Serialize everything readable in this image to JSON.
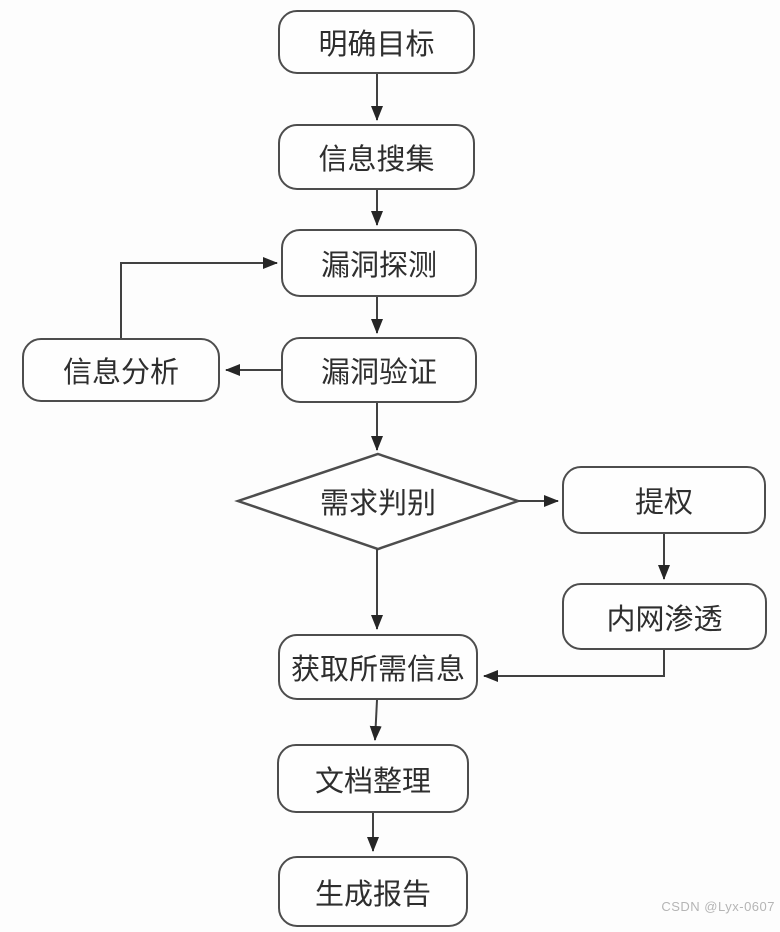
{
  "diagram": {
    "kind": "flowchart",
    "language": "zh-CN",
    "nodes": [
      {
        "id": "clarify-goal",
        "label": "明确目标",
        "shape": "rounded-rect"
      },
      {
        "id": "info-gathering",
        "label": "信息搜集",
        "shape": "rounded-rect"
      },
      {
        "id": "vuln-detection",
        "label": "漏洞探测",
        "shape": "rounded-rect"
      },
      {
        "id": "vuln-verification",
        "label": "漏洞验证",
        "shape": "rounded-rect"
      },
      {
        "id": "info-analysis",
        "label": "信息分析",
        "shape": "rounded-rect"
      },
      {
        "id": "demand-decision",
        "label": "需求判别",
        "shape": "diamond"
      },
      {
        "id": "privilege-escalation",
        "label": "提权",
        "shape": "rounded-rect"
      },
      {
        "id": "intranet-penetration",
        "label": "内网渗透",
        "shape": "rounded-rect"
      },
      {
        "id": "obtain-required-info",
        "label": "获取所需信息",
        "shape": "rounded-rect"
      },
      {
        "id": "document-organizing",
        "label": "文档整理",
        "shape": "rounded-rect"
      },
      {
        "id": "generate-report",
        "label": "生成报告",
        "shape": "rounded-rect"
      }
    ],
    "edges": [
      {
        "from": "clarify-goal",
        "to": "info-gathering"
      },
      {
        "from": "info-gathering",
        "to": "vuln-detection"
      },
      {
        "from": "vuln-detection",
        "to": "vuln-verification"
      },
      {
        "from": "vuln-verification",
        "to": "info-analysis"
      },
      {
        "from": "info-analysis",
        "to": "vuln-detection"
      },
      {
        "from": "vuln-verification",
        "to": "demand-decision"
      },
      {
        "from": "demand-decision",
        "to": "privilege-escalation"
      },
      {
        "from": "privilege-escalation",
        "to": "intranet-penetration"
      },
      {
        "from": "intranet-penetration",
        "to": "obtain-required-info"
      },
      {
        "from": "demand-decision",
        "to": "obtain-required-info"
      },
      {
        "from": "obtain-required-info",
        "to": "document-organizing"
      },
      {
        "from": "document-organizing",
        "to": "generate-report"
      }
    ],
    "colors": {
      "background": "#fdfdfd",
      "node_fill": "#fefefe",
      "node_border": "#4d4d4d",
      "edge_stroke": "#414141",
      "arrowhead": "#262626",
      "text": "#2e2e2e",
      "watermark": "#b5b5b5"
    },
    "watermark": "CSDN @Lyx-0607"
  }
}
